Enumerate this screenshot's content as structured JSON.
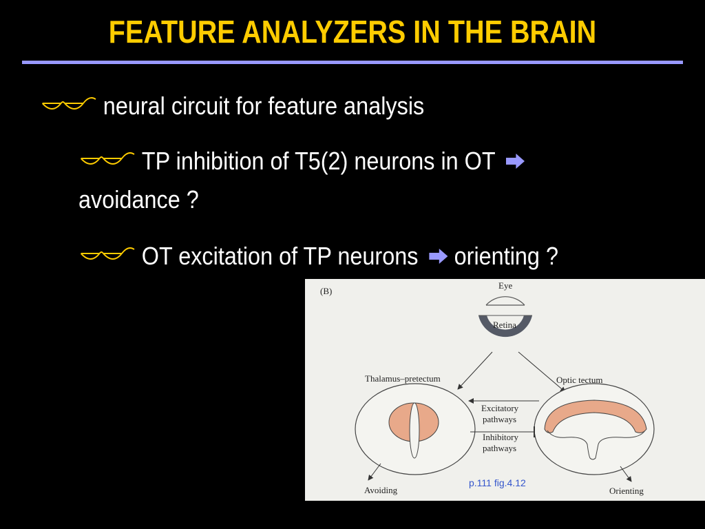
{
  "slide": {
    "title": "FEATURE ANALYZERS IN THE BRAIN",
    "bullets": [
      {
        "text": "neural circuit for feature analysis"
      },
      {
        "text": "TP inhibition of T5(2) neurons in OT",
        "continuation": "avoidance ?"
      },
      {
        "text_before": "OT excitation of TP neurons",
        "text_after": "orienting ?"
      }
    ]
  },
  "figure": {
    "panel_label": "(B)",
    "eye_label": "Eye",
    "retina_label": "Retina",
    "thalamus_label": "Thalamus–pretectum",
    "tectum_label": "Optic tectum",
    "excitatory_label_1": "Excitatory",
    "excitatory_label_2": "pathways",
    "inhibitory_label_1": "Inhibitory",
    "inhibitory_label_2": "pathways",
    "avoiding_label": "Avoiding",
    "orienting_label": "Orienting",
    "caption": "p.111 fig.4.12"
  },
  "colors": {
    "title": "#FFCC00",
    "rule": "#9999FF",
    "bullet_glyph": "#FFCC00",
    "arrow": "#9999FF",
    "nucleus_fill": "#E8A98A"
  },
  "icons": {
    "bullet": "eyeglasses-icon",
    "arrow": "right-arrow-icon"
  }
}
